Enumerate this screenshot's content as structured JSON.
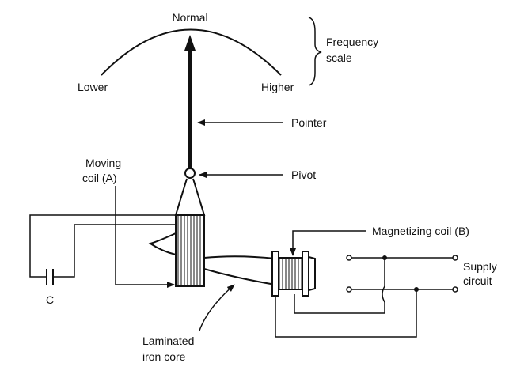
{
  "scale": {
    "normal": "Normal",
    "lower": "Lower",
    "higher": "Higher",
    "frequency_line1": "Frequency",
    "frequency_line2": "scale"
  },
  "labels": {
    "pointer": "Pointer",
    "pivot": "Pivot",
    "moving_coil_line1": "Moving",
    "moving_coil_line2": "coil (A)",
    "magnetizing_coil": "Magnetizing coil (B)",
    "supply_line1": "Supply",
    "supply_line2": "circuit",
    "capacitor": "C",
    "core_line1": "Laminated",
    "core_line2": "iron core"
  },
  "colors": {
    "ink": "#111111",
    "background": "#ffffff"
  }
}
